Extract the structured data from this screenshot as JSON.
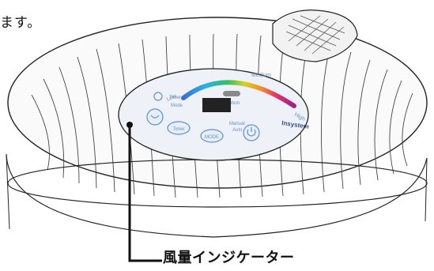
{
  "caption_top": "ます。",
  "callout_label": "風量インジケーター",
  "panel": {
    "low": "Low",
    "medium": "Medium",
    "high": "High",
    "caution": "Caution",
    "brand": "Insystem",
    "timer_label": "Timer",
    "mode_label": "Mode",
    "manual": "Manual",
    "auto": "Auto",
    "button_timer": "Timer",
    "button_mode": "MODE"
  },
  "colors": {
    "panel_bg": "#eef2f8",
    "button_blue": "#5a8fd1",
    "display": "#222222",
    "line": "#111111"
  }
}
